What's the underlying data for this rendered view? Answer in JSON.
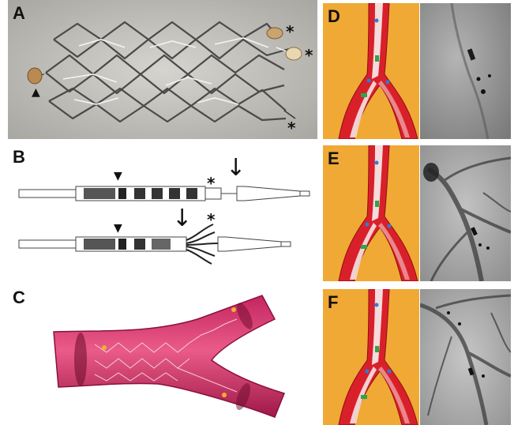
{
  "panels": {
    "a": {
      "label": "A",
      "markers": {
        "star": "*",
        "triangle": "▲"
      }
    },
    "b": {
      "label": "B",
      "markers": {
        "star": "*",
        "triangle": "▼",
        "arrow": "↓"
      }
    },
    "c": {
      "label": "C"
    },
    "d": {
      "label": "D"
    },
    "e": {
      "label": "E"
    },
    "f": {
      "label": "F"
    }
  },
  "colors": {
    "vessel_red": "#d9202a",
    "vessel_pink": "#d8326a",
    "orange_bg": "#f0a934",
    "angio_gray": "#8c8c8c",
    "photo_gray": "#c9c7c2"
  }
}
